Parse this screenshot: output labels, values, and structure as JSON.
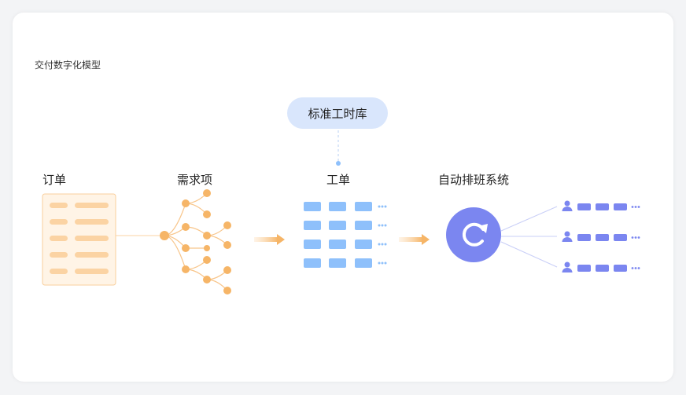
{
  "title": "交付数字化模型",
  "standard_hours_library": "标准工时库",
  "stages": {
    "order": "订单",
    "demand_items": "需求项",
    "work_order": "工单",
    "auto_scheduling": "自动排班系统"
  },
  "icons": {
    "refresh": "refresh-icon",
    "user": "user-icon",
    "arrow": "arrow-right-icon"
  },
  "colors": {
    "orange": "#f6b567",
    "orange_light": "#fbd3a3",
    "order_bg": "#fff4e6",
    "blue": "#8ec0fb",
    "purple": "#7b86f0",
    "pill_bg": "#d9e6fc"
  }
}
